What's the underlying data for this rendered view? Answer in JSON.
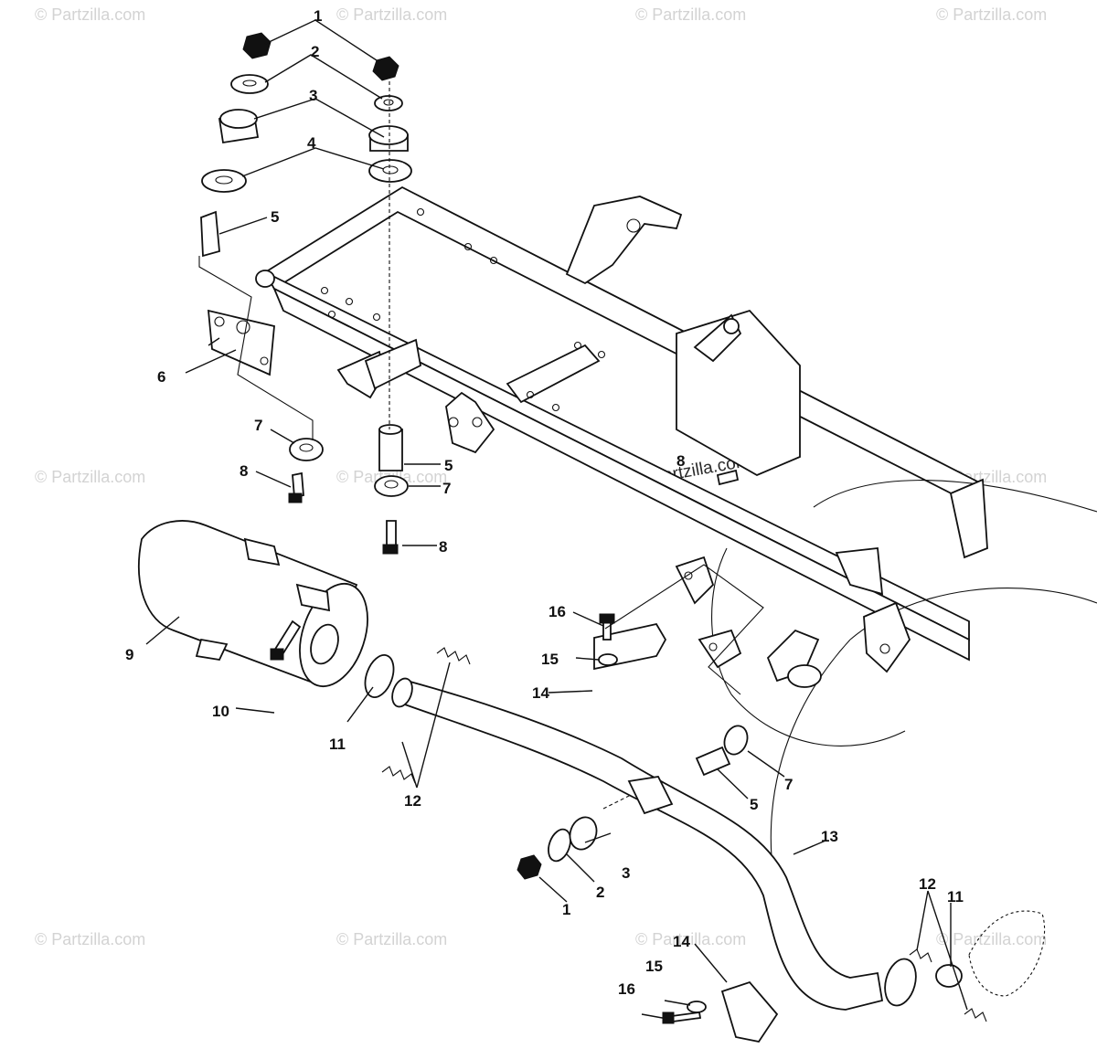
{
  "watermark": "© Partzilla.com",
  "callouts": [
    "1",
    "2",
    "3",
    "4",
    "5",
    "6",
    "7",
    "8",
    "9",
    "10",
    "11",
    "12",
    "13",
    "14",
    "15",
    "16"
  ]
}
